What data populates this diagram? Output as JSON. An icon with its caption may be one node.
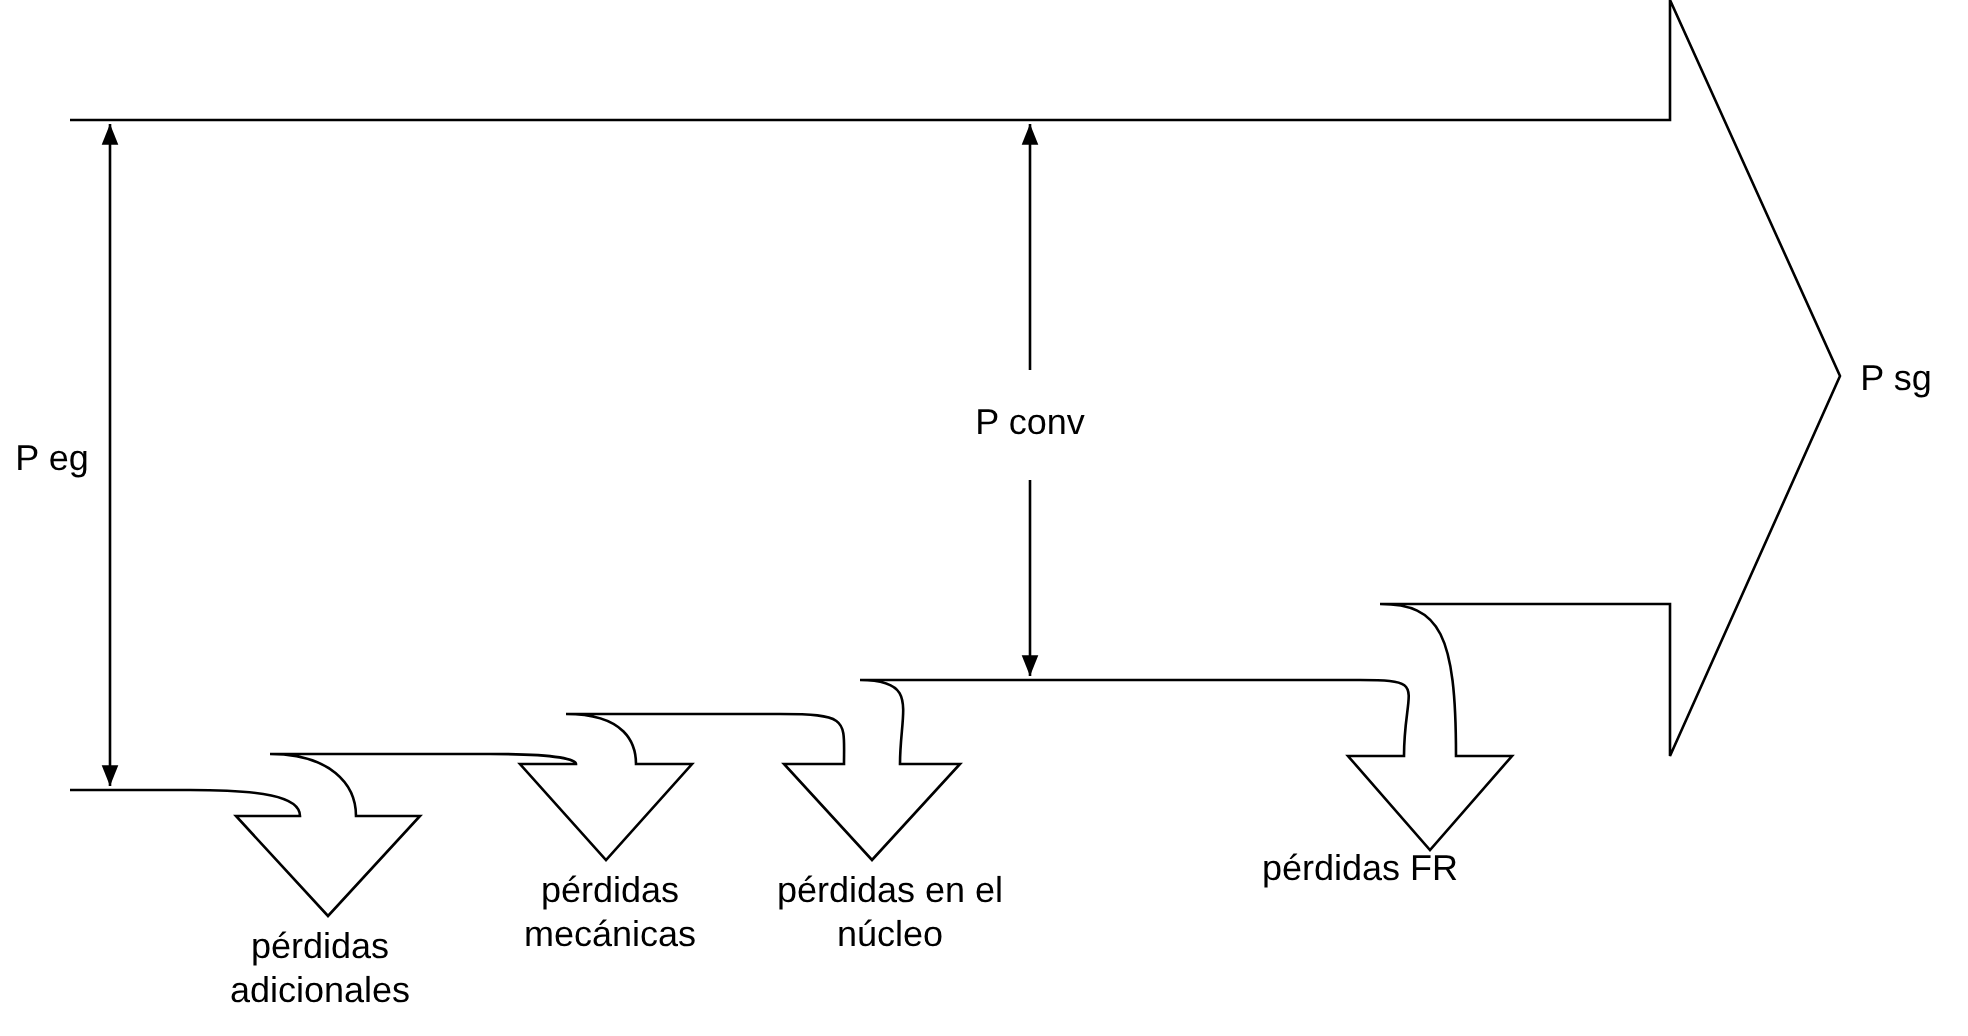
{
  "diagram": {
    "labels": [
      "P eg",
      "P conv",
      "P sg",
      "pérdidas FR",
      "pérdidas adicionales",
      "pérdidas mecánicas",
      "pérdidas en el núcleo"
    ]
  }
}
